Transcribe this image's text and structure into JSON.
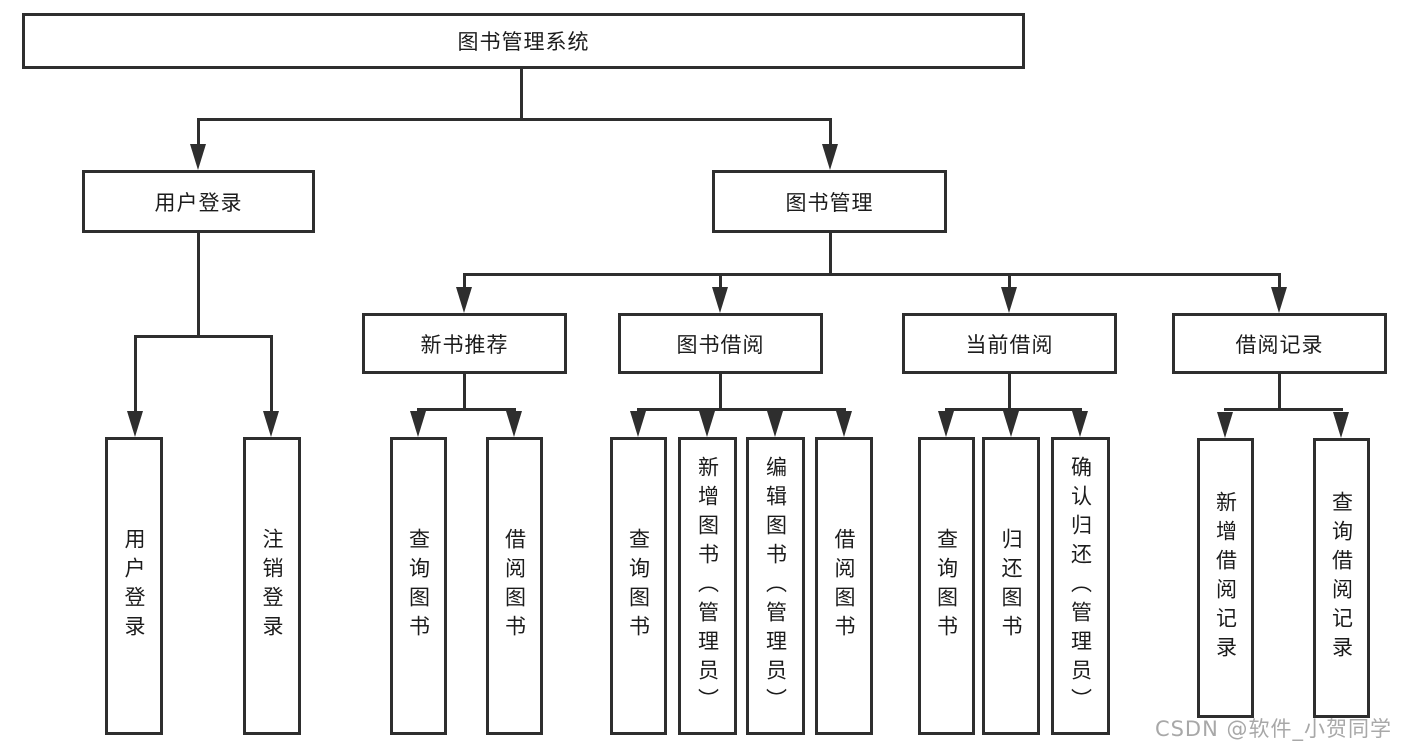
{
  "diagram": {
    "type": "hierarchy-tree",
    "title": "图书管理系统",
    "hierarchy": {
      "图书管理系统": {
        "用户登录": [
          "用户登录",
          "注销登录"
        ],
        "图书管理": {
          "新书推荐": [
            "查询图书",
            "借阅图书"
          ],
          "图书借阅": [
            "查询图书",
            "新增图书（管理员）",
            "编辑图书（管理员）",
            "借阅图书"
          ],
          "当前借阅": [
            "查询图书",
            "归还图书",
            "确认归还（管理员）"
          ],
          "借阅记录": [
            "新增借阅记录",
            "查询借阅记录"
          ]
        }
      }
    }
  },
  "nodes": {
    "root": {
      "label": "图书管理系统"
    },
    "user_login": {
      "label": "用户登录"
    },
    "book_management": {
      "label": "图书管理"
    },
    "new_book_recommend": {
      "label": "新书推荐"
    },
    "book_borrow": {
      "label": "图书借阅"
    },
    "current_borrow": {
      "label": "当前借阅"
    },
    "borrow_records": {
      "label": "借阅记录"
    },
    "leaf_user_login": {
      "label": "用户登录"
    },
    "leaf_logout": {
      "label": "注销登录"
    },
    "leaf_query_books_1": {
      "label": "查询图书"
    },
    "leaf_borrow_books_1": {
      "label": "借阅图书"
    },
    "leaf_query_books_2": {
      "label": "查询图书"
    },
    "leaf_add_books": {
      "label": "新增图书（管理员）"
    },
    "leaf_edit_books": {
      "label": "编辑图书（管理员）"
    },
    "leaf_borrow_books_2": {
      "label": "借阅图书"
    },
    "leaf_query_books_3": {
      "label": "查询图书"
    },
    "leaf_return_books": {
      "label": "归还图书"
    },
    "leaf_confirm_return": {
      "label": "确认归还（管理员）"
    },
    "leaf_add_borrow_record": {
      "label": "新增借阅记录"
    },
    "leaf_query_borrow_record": {
      "label": "查询借阅记录"
    }
  },
  "watermark": {
    "text": "CSDN @软件_小贺同学"
  },
  "colors": {
    "line": "#2e2e2e",
    "text": "#1c1c1c",
    "background": "#ffffff",
    "watermark": "#a8a8a8"
  }
}
